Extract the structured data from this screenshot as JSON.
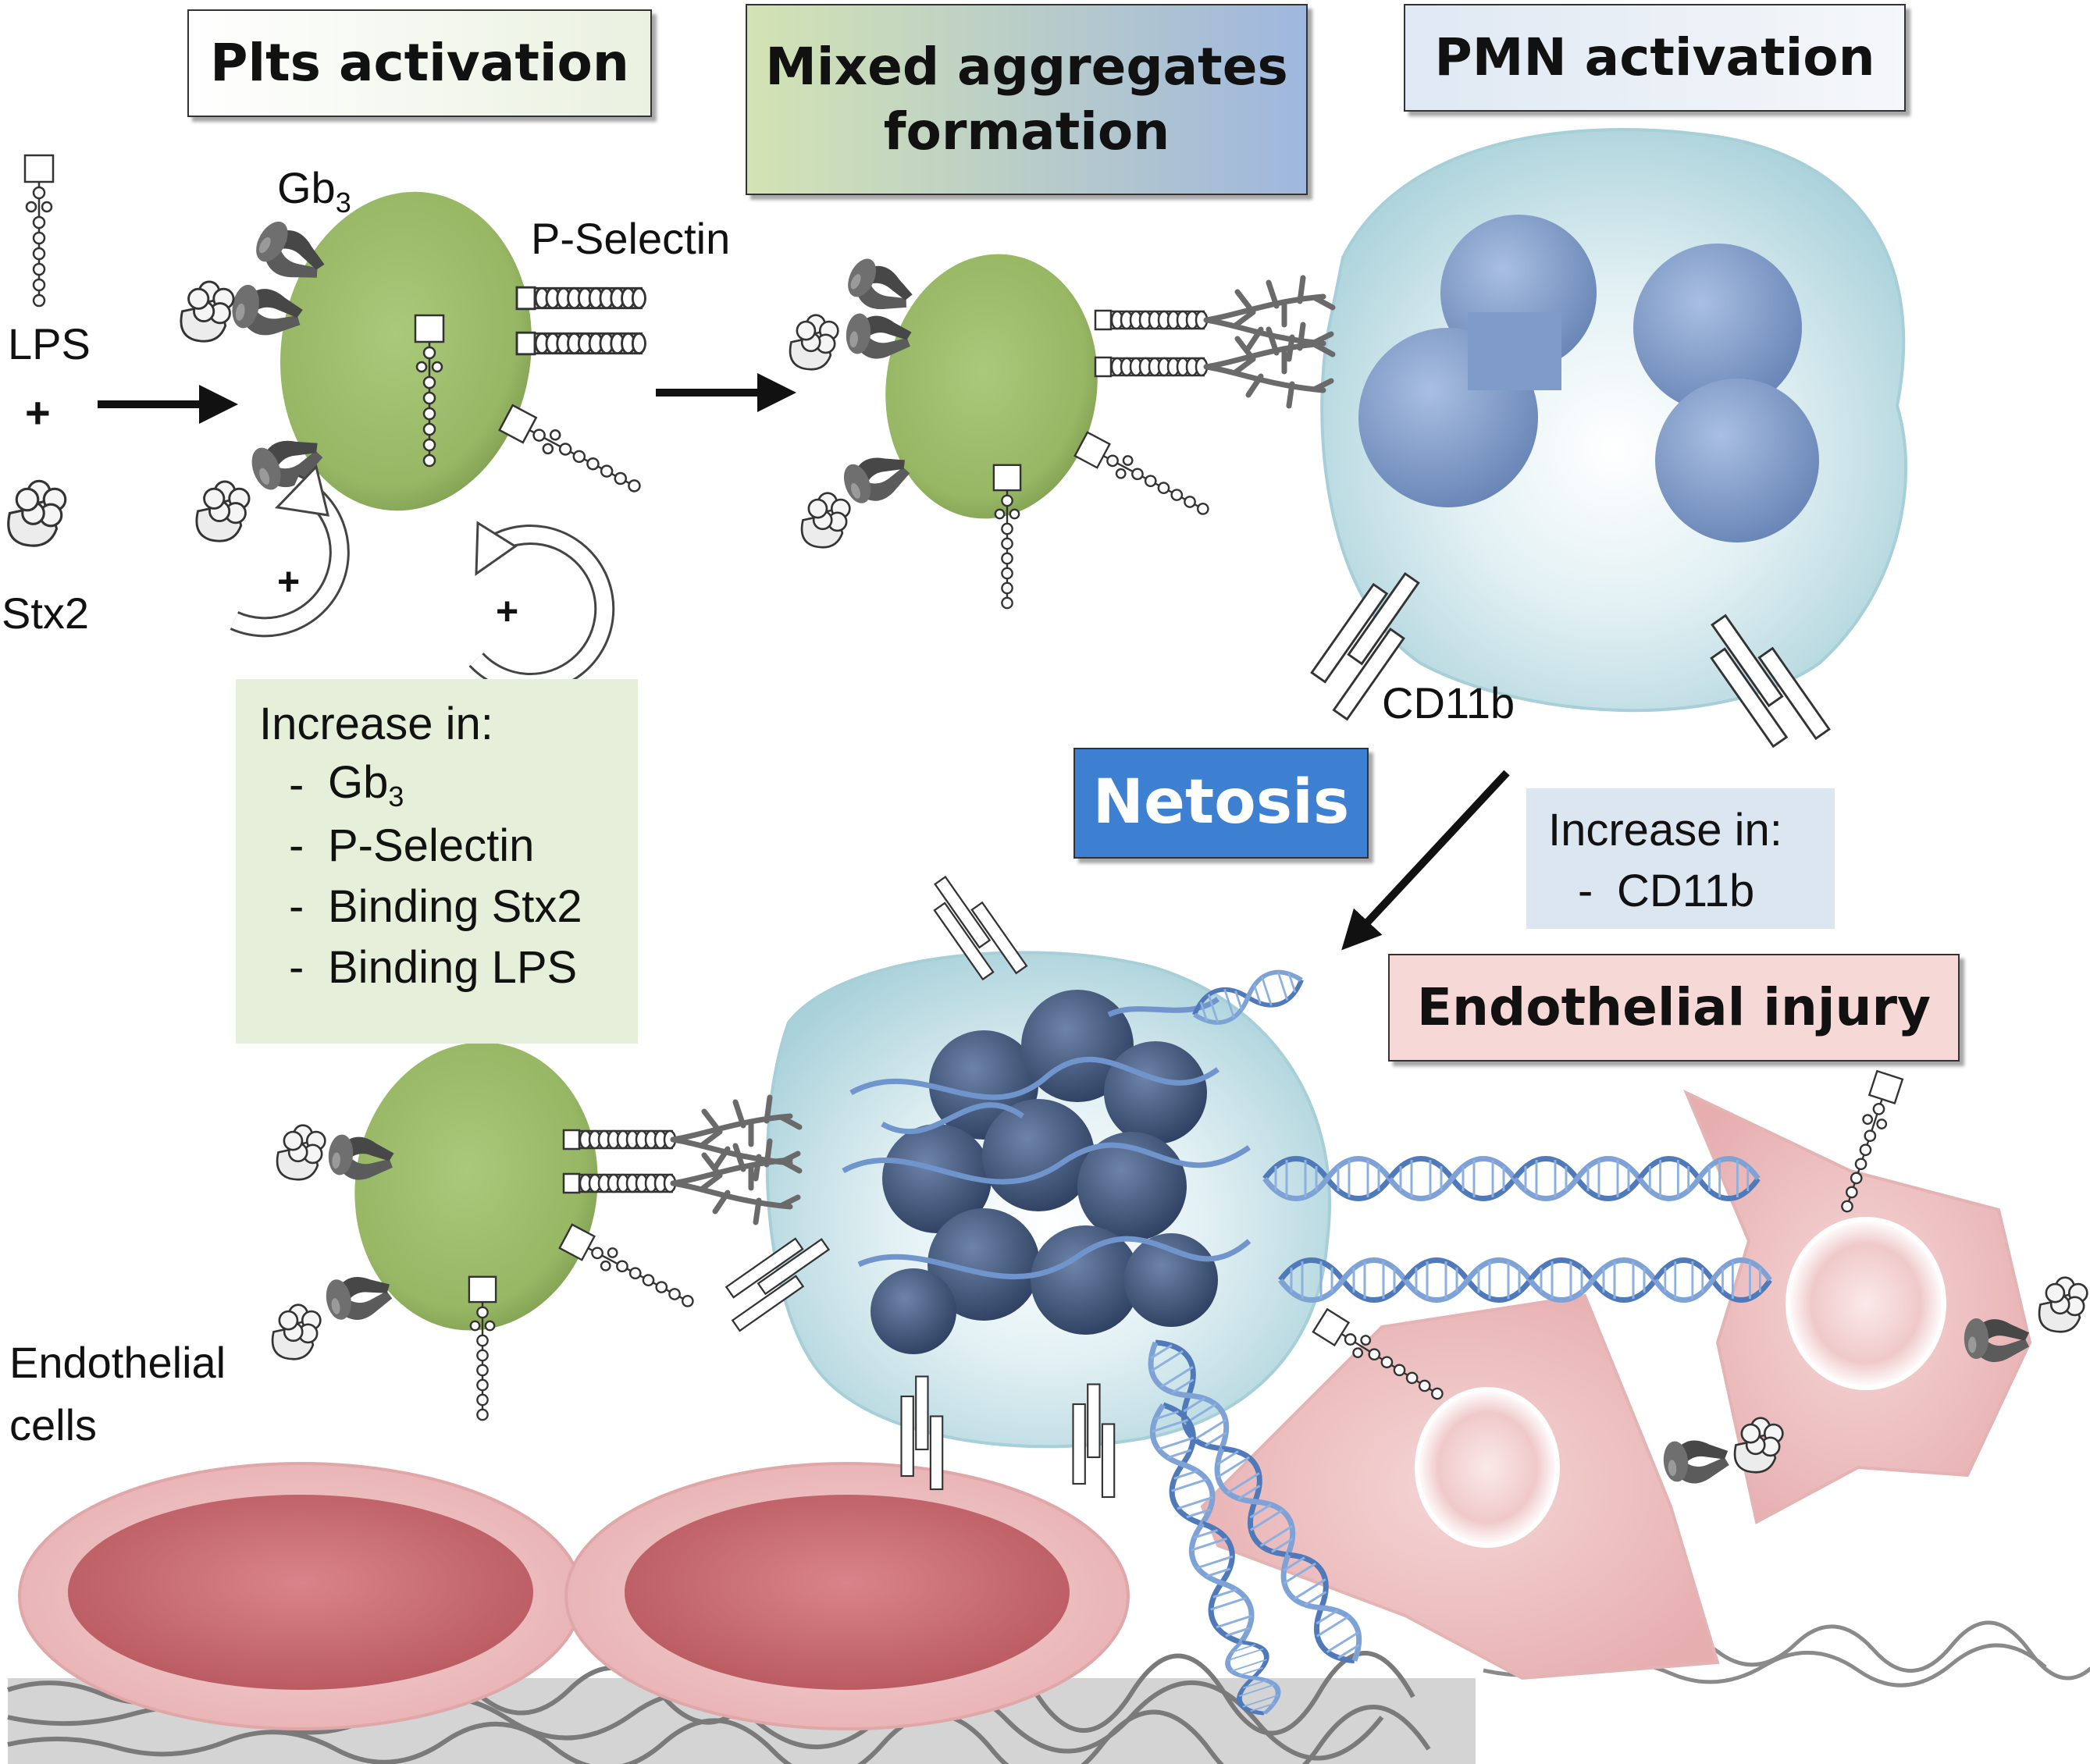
{
  "headers": {
    "plts_activation": "Plts activation",
    "mixed_aggregates_line1": "Mixed aggregates",
    "mixed_aggregates_line2": "formation",
    "pmn_activation": "PMN activation",
    "netosis": "Netosis",
    "endothelial_injury": "Endothelial injury"
  },
  "labels": {
    "gb3_base": "Gb",
    "gb3_sub": "3",
    "p_selectin": "P-Selectin",
    "lps": "LPS",
    "plus": "+",
    "stx2": "Stx2",
    "loop_plus": "+",
    "cd11b": "CD11b",
    "endothelial_line1": "Endothelial",
    "endothelial_line2": "cells"
  },
  "plts_increase": {
    "title": "Increase in:",
    "dash": "-",
    "item1_base": "Gb",
    "item1_sub": "3",
    "item2": "P-Selectin",
    "item3": "Binding Stx2",
    "item4": "Binding LPS"
  },
  "pmn_increase": {
    "title": "Increase in:",
    "dash": "-",
    "item1": "CD11b"
  },
  "colors": {
    "platelet": "#9dbd6b",
    "pmn_cell": "#bfe0e6",
    "nucleus": "#7f9cc8",
    "dark_nucleus": "#3a4f74",
    "endothelial": "#efc3c3",
    "endothelial_nucleus": "#c46a72",
    "dna": "#5a86c4",
    "netosis_box": "#3d7fd0",
    "injury_box": "#f6d9d6",
    "plts_panel": "#e6efd9",
    "pmn_panel": "#dce6f1"
  }
}
